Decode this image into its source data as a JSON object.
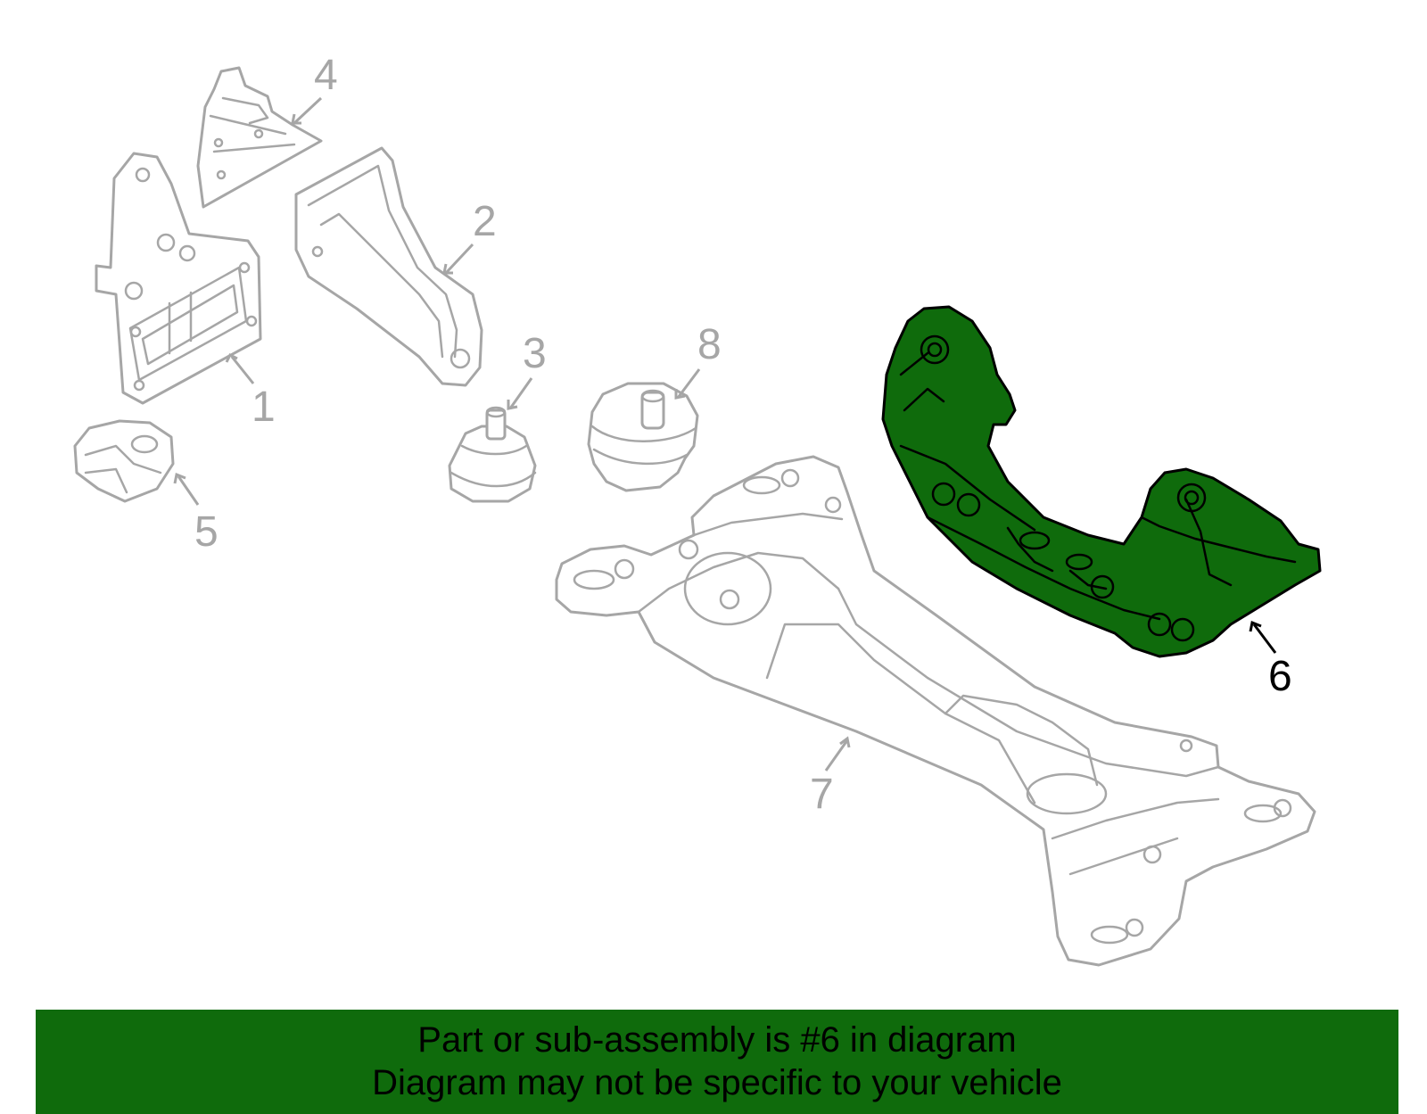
{
  "diagram": {
    "callouts": [
      {
        "id": "1",
        "label": "1"
      },
      {
        "id": "2",
        "label": "2"
      },
      {
        "id": "3",
        "label": "3"
      },
      {
        "id": "4",
        "label": "4"
      },
      {
        "id": "5",
        "label": "5"
      },
      {
        "id": "6",
        "label": "6"
      },
      {
        "id": "7",
        "label": "7"
      },
      {
        "id": "8",
        "label": "8"
      }
    ],
    "highlighted_part": "6",
    "colors": {
      "highlight": "#0f6b0c",
      "part_outline": "#a6a6a6",
      "highlight_outline": "#000000",
      "banner_background": "#0f6b0c"
    }
  },
  "banner": {
    "line1": "Part or sub-assembly is #6 in diagram",
    "line2": "Diagram may not be specific to your vehicle"
  }
}
